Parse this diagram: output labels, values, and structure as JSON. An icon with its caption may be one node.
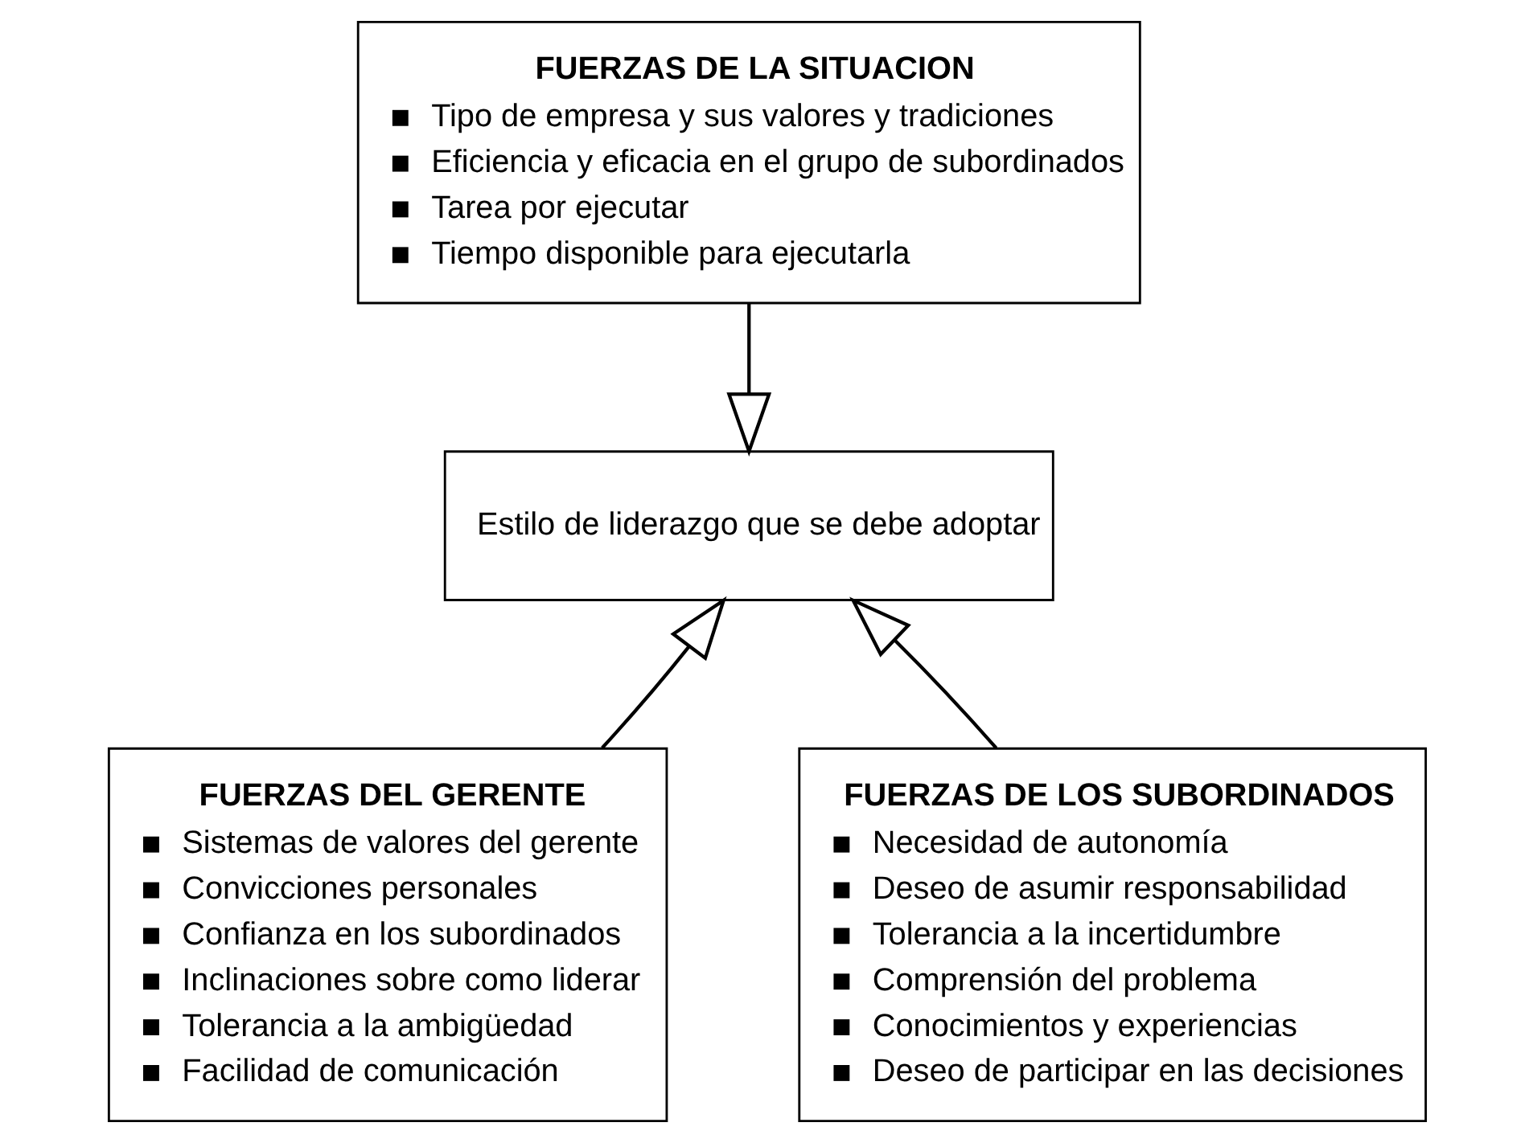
{
  "diagram": {
    "nodes": [
      {
        "text": [
          "FUERZAS DE LA SITUACION",
          "Tipo de empresa y sus valores y tradiciones",
          "Eficiencia y eficacia en el grupo de subordinados",
          "Tarea por ejecutar",
          "Tiempo disponible para ejecutarla"
        ]
      },
      {
        "text": [
          "Estilo de liderazgo que se debe adoptar"
        ]
      },
      {
        "text": [
          "FUERZAS DEL GERENTE",
          "Sistemas de valores del gerente",
          "Convicciones personales",
          "Confianza en los subordinados",
          "Inclinaciones sobre como liderar",
          "Tolerancia a la ambigüedad",
          "Facilidad de comunicación"
        ]
      },
      {
        "text": [
          "FUERZAS DE LOS SUBORDINADOS",
          "Necesidad de autonomía",
          "Deseo de asumir responsabilidad",
          "Tolerancia a la incertidumbre",
          "Comprensión del problema",
          "Conocimientos y experiencias",
          "Deseo de participar en las decisiones"
        ]
      }
    ],
    "edges": [
      {
        "from": 0,
        "to": 1,
        "arrow": "to"
      },
      {
        "from": 2,
        "to": 1,
        "arrow": "to"
      },
      {
        "from": 3,
        "to": 1,
        "arrow": "to"
      }
    ]
  }
}
